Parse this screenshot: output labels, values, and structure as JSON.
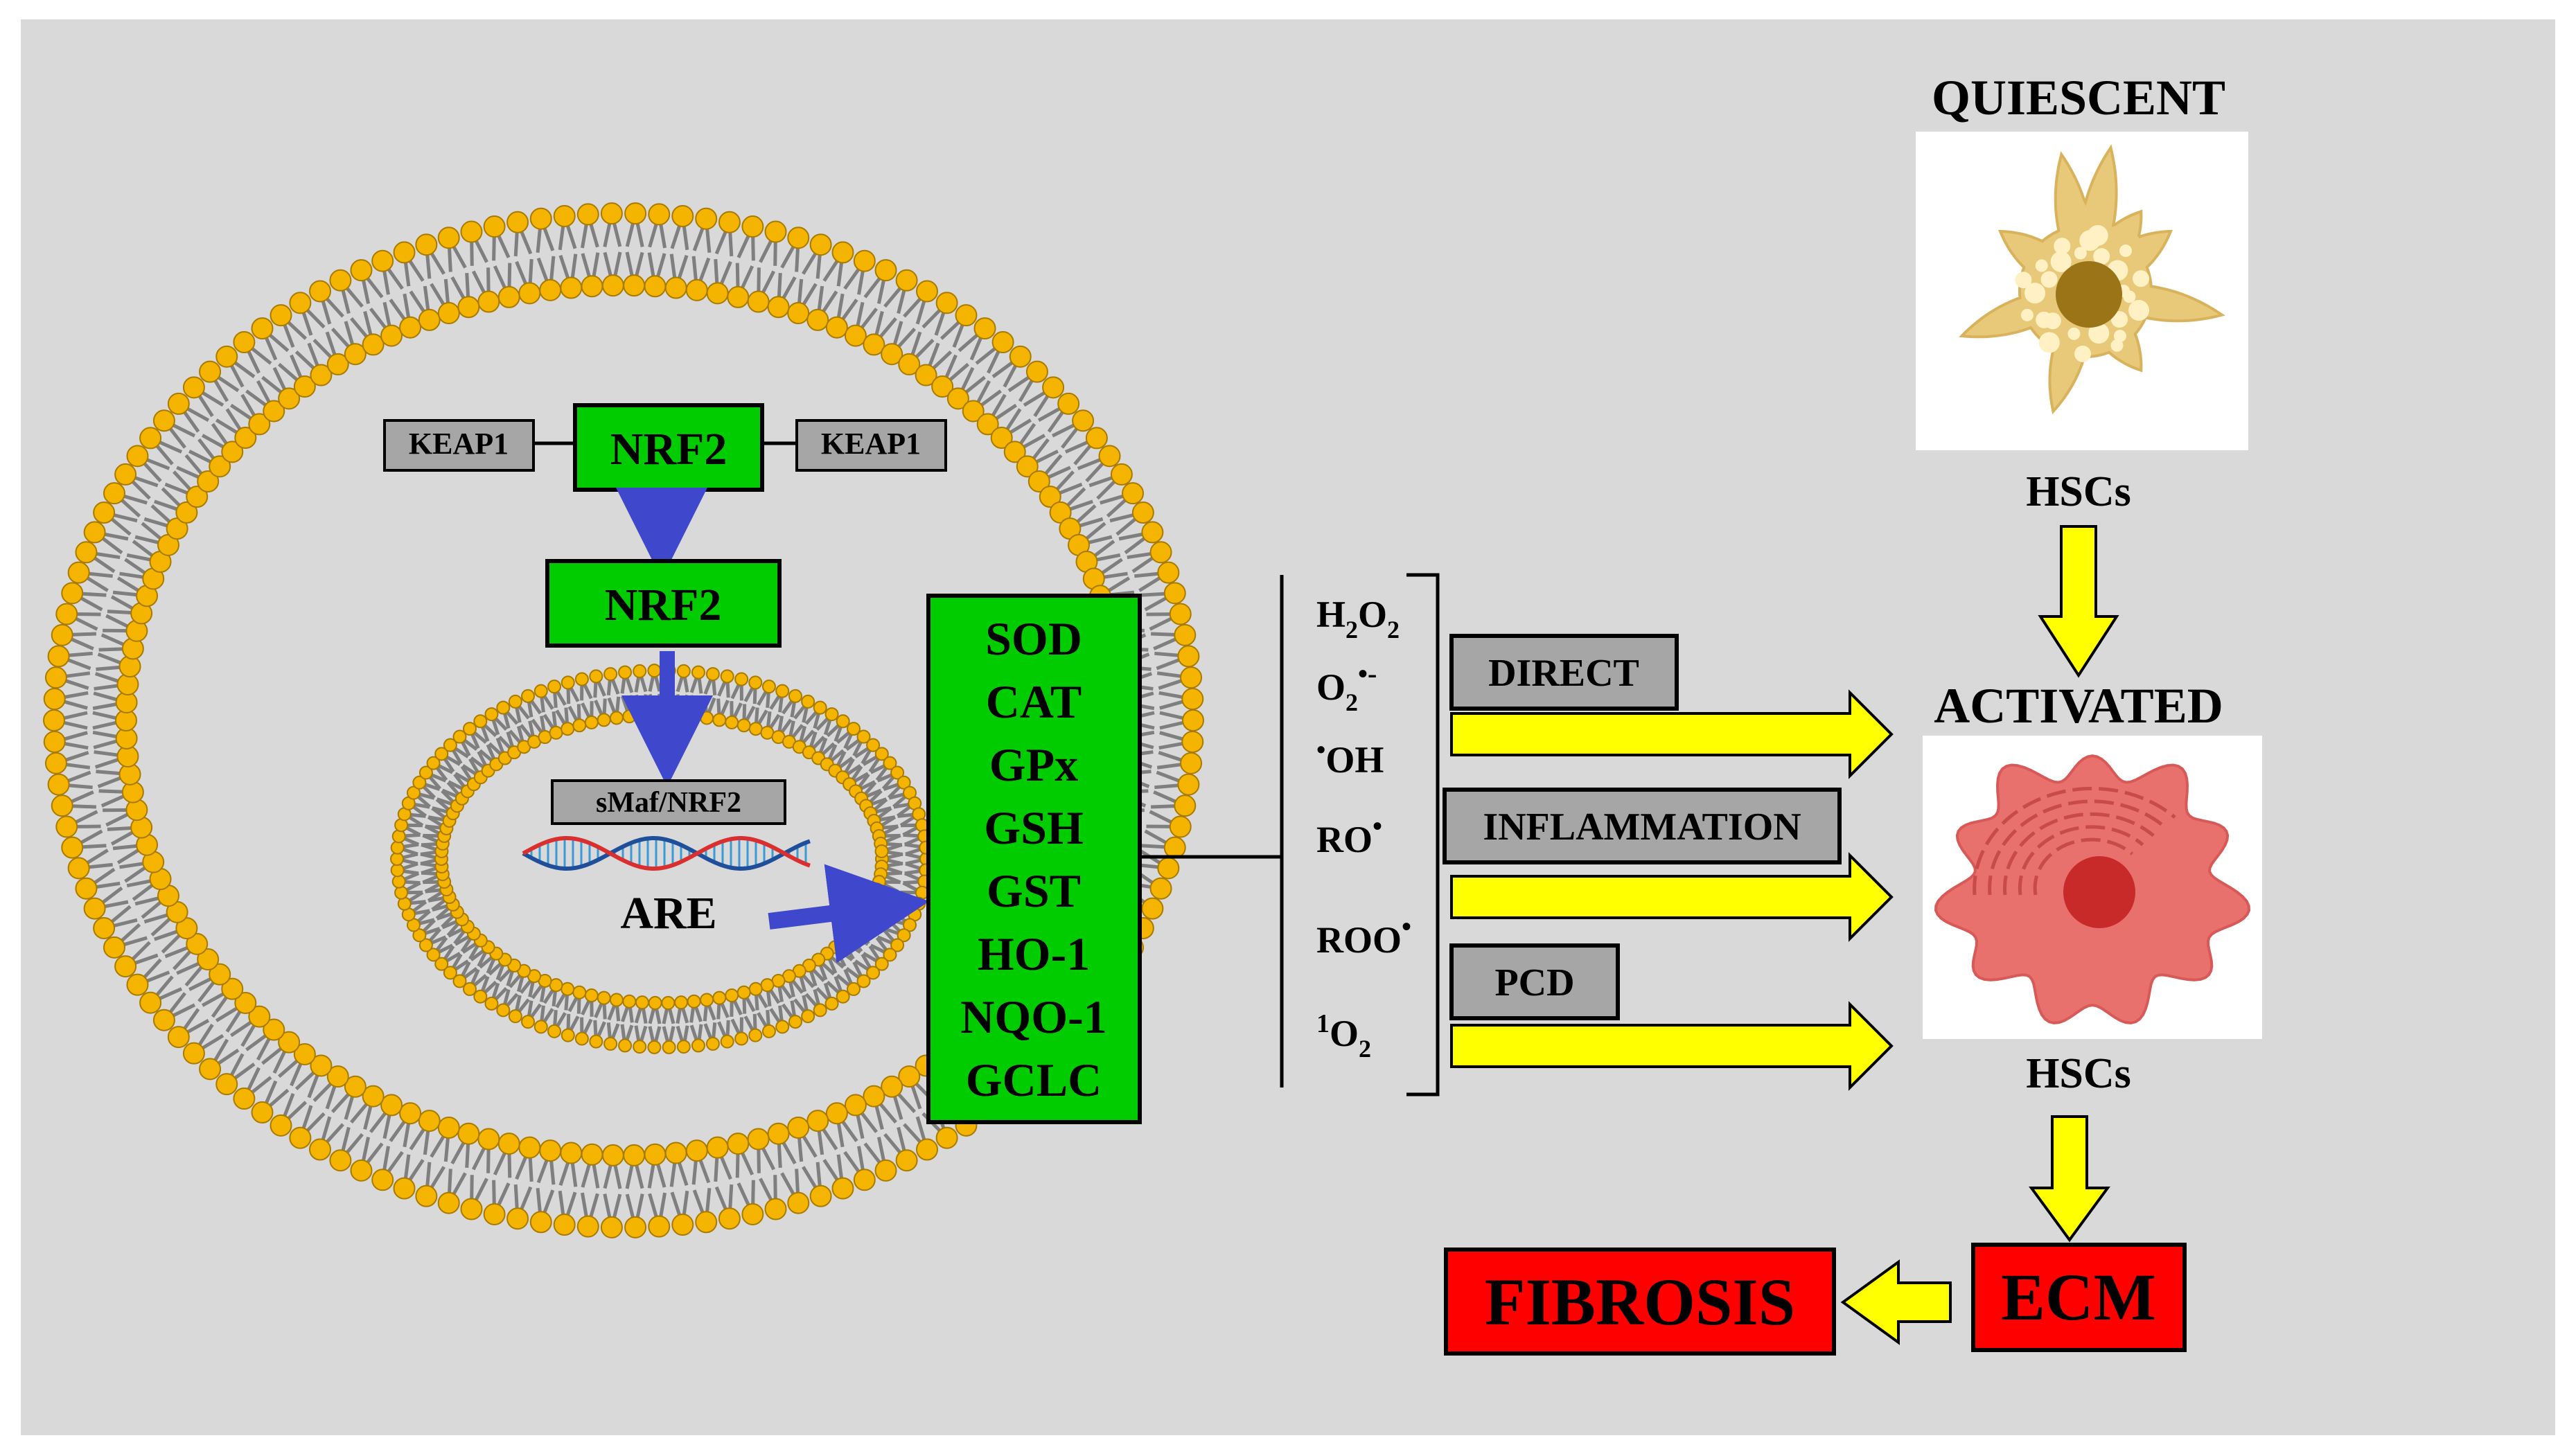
{
  "labels": {
    "keap1_left": "KEAP1",
    "keap1_right": "KEAP1",
    "nrf2_top": "NRF2",
    "nrf2_mid": "NRF2",
    "smaf": "sMaf/NRF2",
    "are": "ARE",
    "quiescent": "QUIESCENT",
    "hscs_top": "HSCs",
    "activated": "ACTIVATED",
    "hscs_bottom": "HSCs",
    "direct": "DIRECT",
    "inflammation": "INFLAMMATION",
    "pcd": "PCD",
    "ecm": "ECM",
    "fibrosis": "FIBROSIS"
  },
  "enzymes": [
    "SOD",
    "CAT",
    "GPx",
    "GSH",
    "GST",
    "HO-1",
    "NQO-1",
    "GCLC"
  ],
  "ros": [
    {
      "pre": "",
      "main": "H",
      "sub": "2",
      "mid": "O",
      "sub2": "2",
      "sup": ""
    },
    {
      "pre": "",
      "main": "O",
      "sub": "2",
      "mid": "",
      "sub2": "",
      "sup": "•-"
    },
    {
      "pre": "•",
      "main": "OH",
      "sub": "",
      "mid": "",
      "sub2": "",
      "sup": ""
    },
    {
      "pre": "",
      "main": "RO",
      "sub": "",
      "mid": "",
      "sub2": "",
      "sup": "•"
    },
    {
      "pre": "",
      "main": "ROO",
      "sub": "",
      "mid": "",
      "sub2": "",
      "sup": "•"
    },
    {
      "pre": "1",
      "main": "O",
      "sub": "2",
      "mid": "",
      "sub2": "",
      "sup": ""
    }
  ],
  "colors": {
    "panel": "#d9d9d9",
    "green_box": "#00cc00",
    "gray_box": "#a6a6a6",
    "red_box": "#ff0000",
    "yellow_arrow": "#ffff00",
    "blue_arrow": "#3f48cc",
    "lipid_head": "#f5b400",
    "lipid_tail": "#7f7f7f",
    "quiescent_cell": "#e8c97a",
    "activated_cell": "#e8706d"
  }
}
